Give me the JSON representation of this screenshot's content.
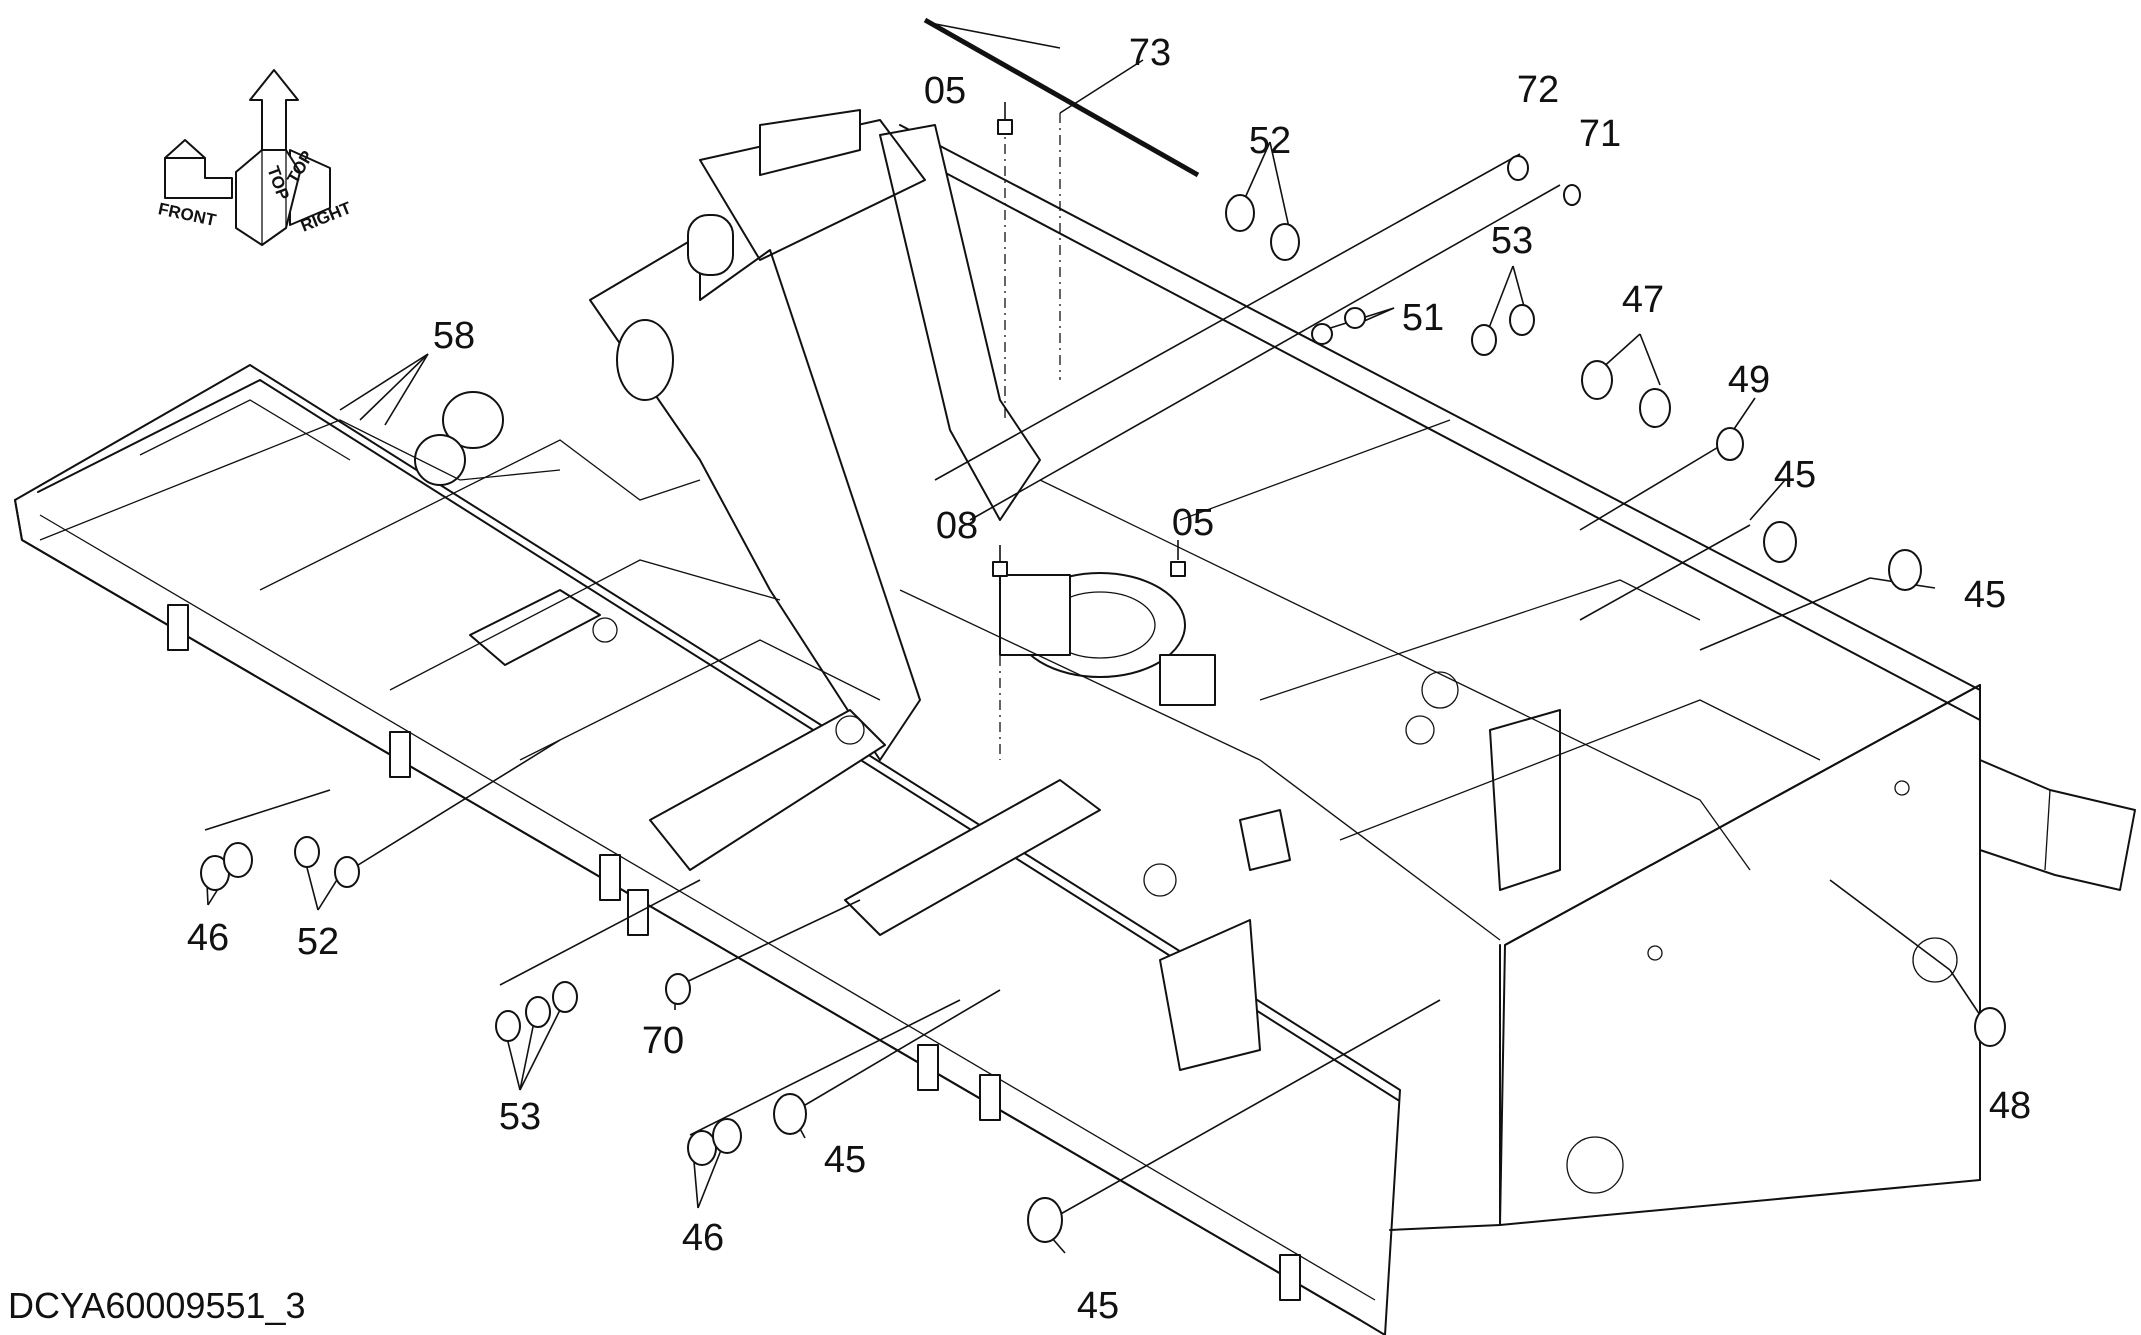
{
  "drawing_code": "DCYA60009551_3",
  "orientation": {
    "front": "FRONT",
    "top": "TOP",
    "right": "RIGHT"
  },
  "callouts": {
    "c73": "73",
    "c05a": "05",
    "c52a": "52",
    "c72": "72",
    "c71": "71",
    "c53a": "53",
    "c51": "51",
    "c47": "47",
    "c58": "58",
    "c49": "49",
    "c45a": "45",
    "c45b": "45",
    "c08": "08",
    "c05b": "05",
    "c46a": "46",
    "c52b": "52",
    "c70": "70",
    "c53b": "53",
    "c45c": "45",
    "c46b": "46",
    "c45d": "45",
    "c48": "48"
  }
}
